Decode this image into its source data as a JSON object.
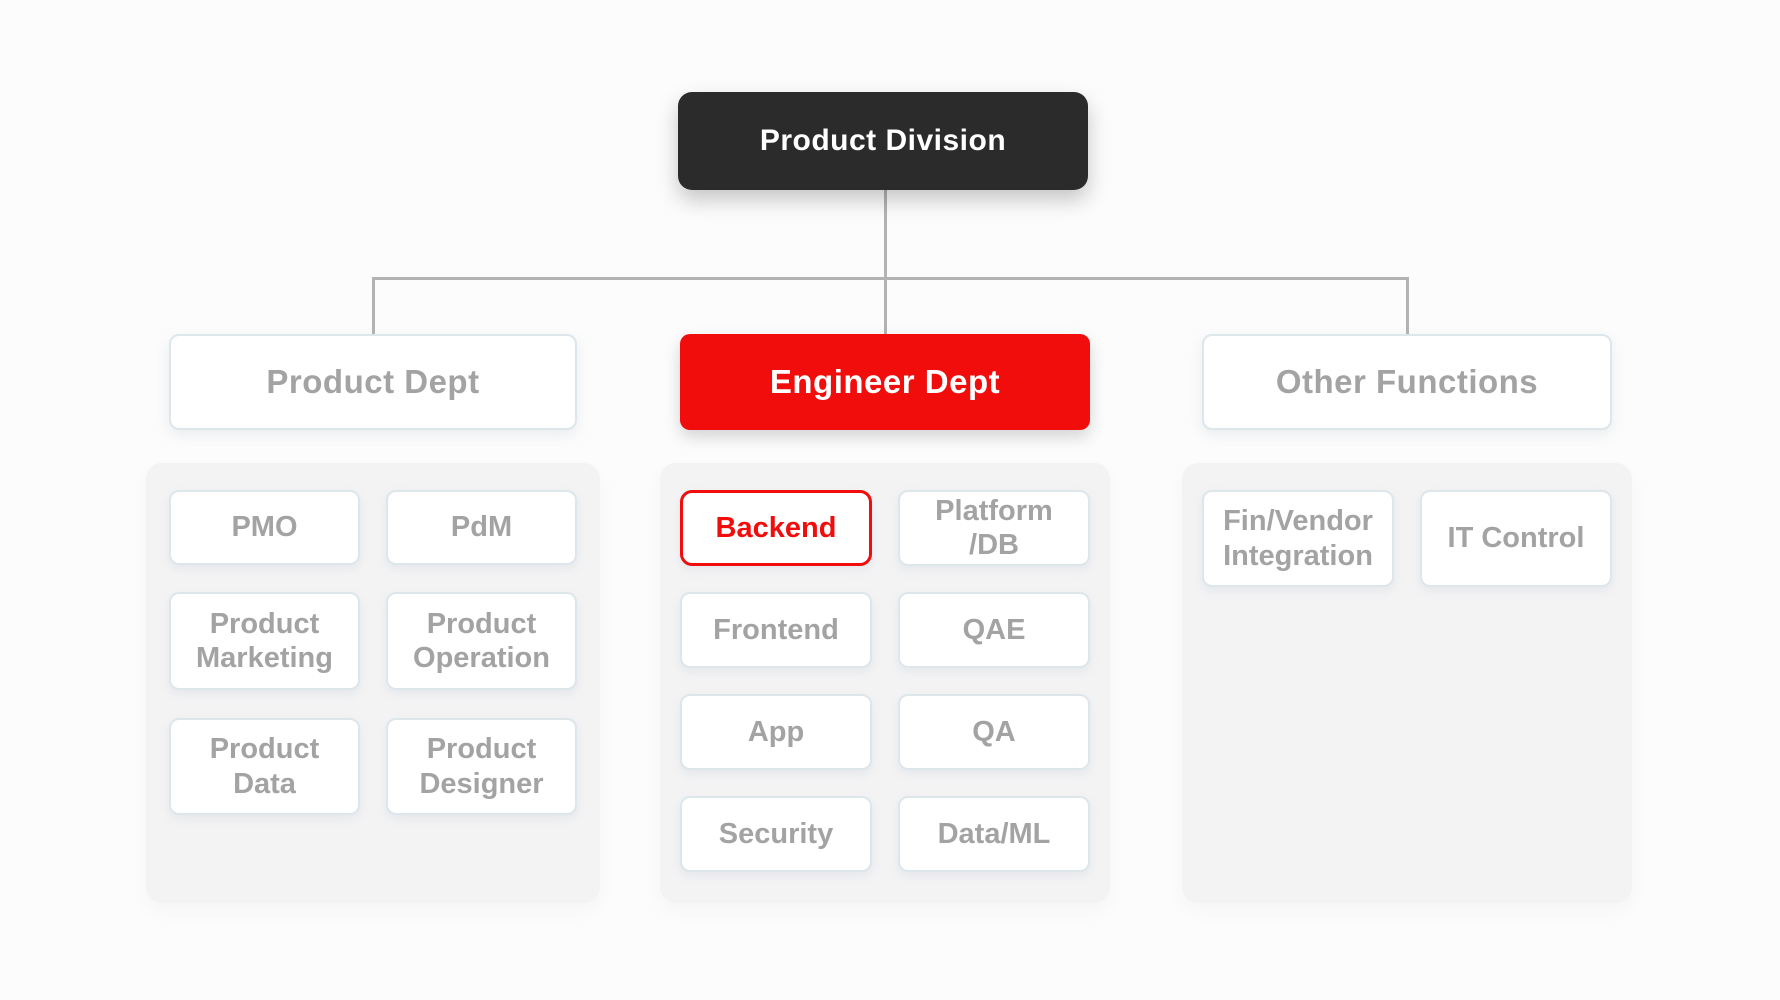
{
  "theme": {
    "background": "#fcfcfc",
    "root_fill": "#2b2b2b",
    "root_text": "#ffffff",
    "accent_red": "#f20d0d",
    "muted_text": "#a3a3a3",
    "box_border": "#dde6eb",
    "panel_fill": "#f3f3f4",
    "connector": "#b3b3b3"
  },
  "chart": {
    "root": {
      "label": "Product Division"
    },
    "columns": [
      {
        "header": "Product Dept",
        "items": [
          {
            "label": "PMO"
          },
          {
            "label": "PdM"
          },
          {
            "label": "Product\nMarketing"
          },
          {
            "label": "Product\nOperation"
          },
          {
            "label": "Product\nData"
          },
          {
            "label": "Product\nDesigner"
          }
        ]
      },
      {
        "header": "Engineer Dept",
        "items": [
          {
            "label": "Backend"
          },
          {
            "label": "Platform\n/DB"
          },
          {
            "label": "Frontend"
          },
          {
            "label": "QAE"
          },
          {
            "label": "App"
          },
          {
            "label": "QA"
          },
          {
            "label": "Security"
          },
          {
            "label": "Data/ML"
          }
        ]
      },
      {
        "header": "Other Functions",
        "items": [
          {
            "label": "Fin/Vendor\nIntegration"
          },
          {
            "label": "IT Control"
          }
        ]
      }
    ]
  }
}
